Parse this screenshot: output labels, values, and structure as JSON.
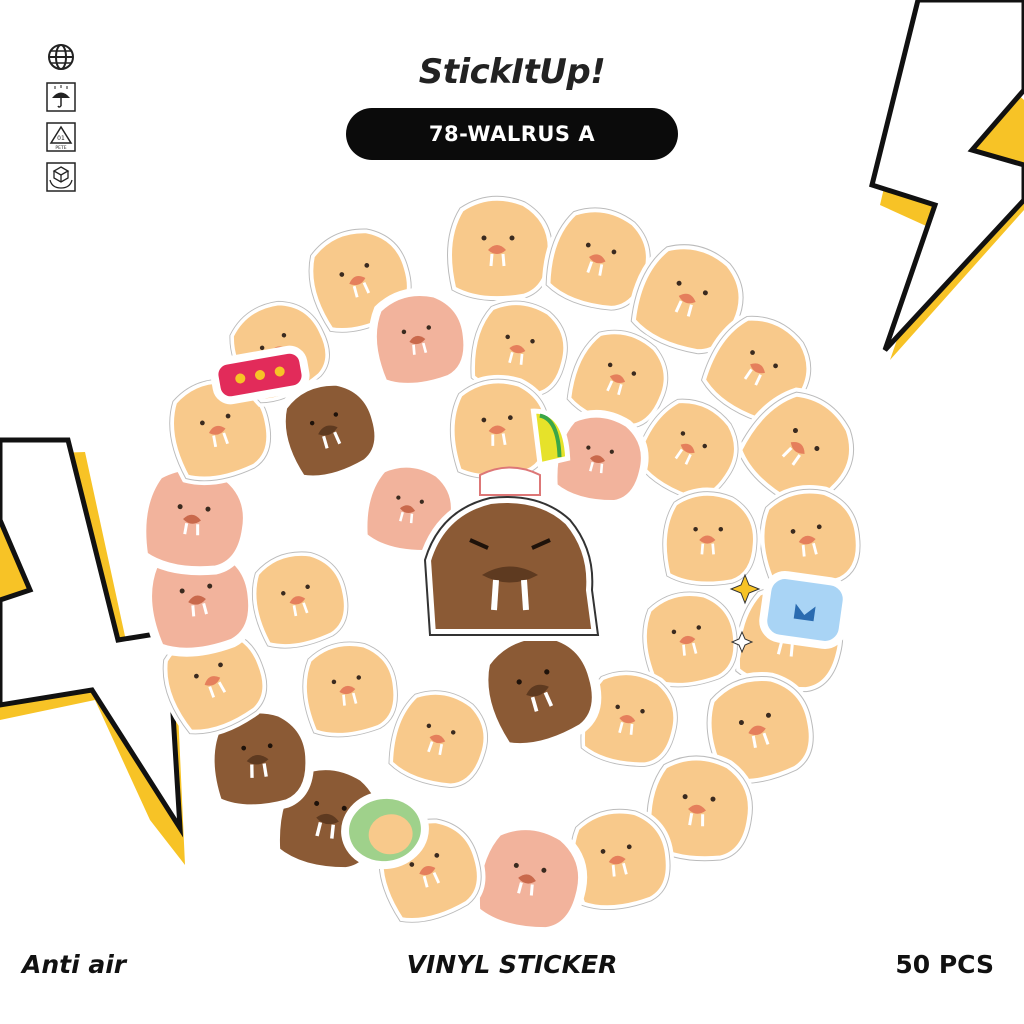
{
  "brand": {
    "name": "StickItUp!"
  },
  "product": {
    "code_label": "78-WALRUS A"
  },
  "badges": [
    {
      "icon": "globe-icon"
    },
    {
      "icon": "umbrella-rain-icon"
    },
    {
      "icon": "recycle-pete-icon",
      "code": "01",
      "text": "PETE"
    },
    {
      "icon": "package-hands-icon"
    }
  ],
  "footer": {
    "left": "Anti air",
    "center": "VINYL STICKER",
    "right": "50 PCS"
  },
  "colors": {
    "background": "#ffffff",
    "bolt_yellow": "#f7c326",
    "bolt_outline": "#111111",
    "pill": "#0b0b0b",
    "walrus_tan": "#f8c98b",
    "walrus_brown": "#8b5a35",
    "walrus_pink": "#f2b39c"
  }
}
